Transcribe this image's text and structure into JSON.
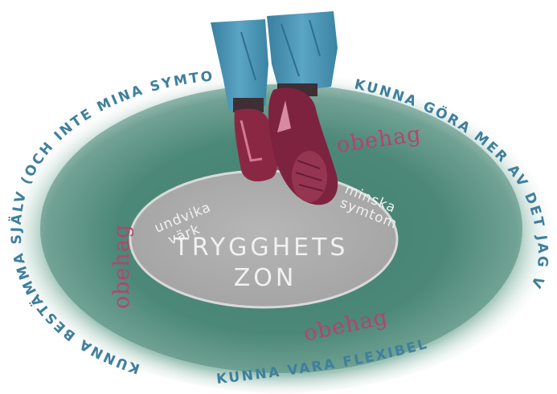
{
  "illustration": {
    "center": {
      "title_line1": "TRYGGHETS",
      "title_line2": "ZON",
      "left_note_line1": "undvika",
      "left_note_line2": "värk",
      "right_note_line1": "minska",
      "right_note_line2": "symtom"
    },
    "discomfort_label": "obehag",
    "outer_labels": {
      "top_left_arc": "KUNNA BESTÄMMA SJÄLV (OCH INTE MINA SYMTOM)",
      "top_right_arc": "KUNNA GÖRA MER AV DET JAG VILL",
      "bottom_arc": "KUNNA VARA FLEXIBEL"
    },
    "colors": {
      "outer_zone": "#4f8a7a",
      "inner_zone": "#b0b0b0",
      "text_blue": "#3f7f9c",
      "text_red": "#b5446a",
      "jeans": "#4c95b6",
      "shoes": "#8a2844"
    }
  }
}
